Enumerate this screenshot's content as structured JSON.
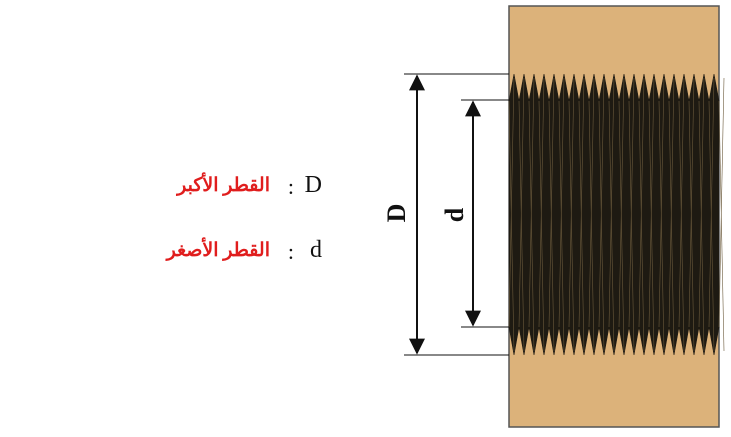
{
  "legend": {
    "major": {
      "symbol": "D",
      "colon": ":",
      "label": "القطر الأكبر"
    },
    "minor": {
      "symbol": "d",
      "colon": ":",
      "label": "القطر الأصغر"
    }
  },
  "dimensions": {
    "major_symbol": "D",
    "minor_symbol": "d"
  },
  "colors": {
    "body": "#dcb27a",
    "body_border": "#555555",
    "thread_dark": "#1e1a12",
    "thread_line": "#6b5a3c",
    "label_red": "#e01d1d",
    "line": "#111111"
  },
  "thread": {
    "teeth": 21
  }
}
